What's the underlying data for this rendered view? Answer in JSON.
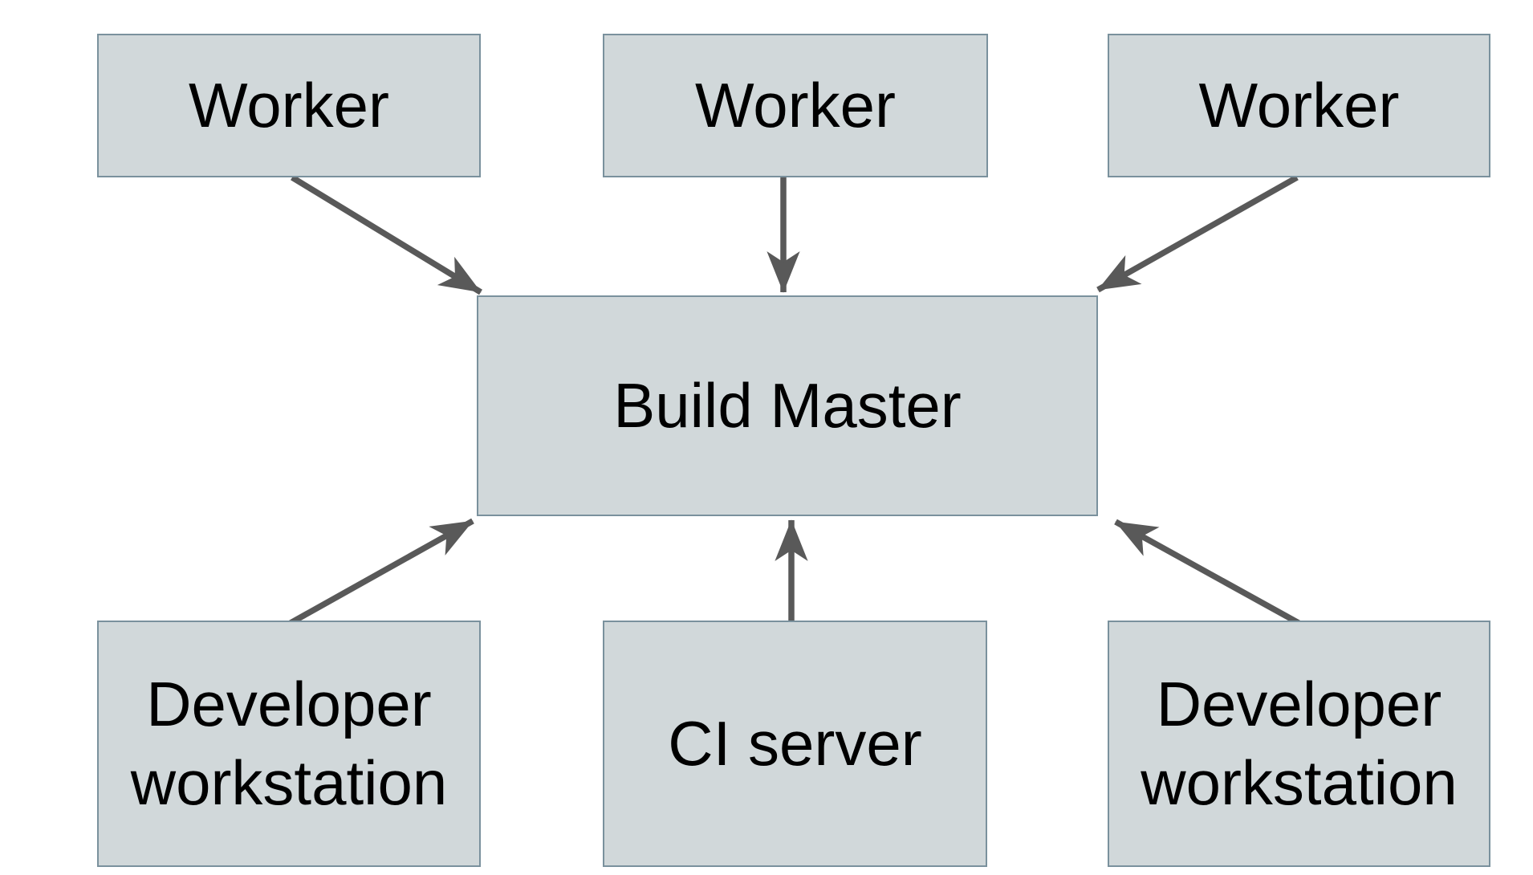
{
  "diagram": {
    "nodes": [
      {
        "id": "worker-1",
        "label": "Worker"
      },
      {
        "id": "worker-2",
        "label": "Worker"
      },
      {
        "id": "worker-3",
        "label": "Worker"
      },
      {
        "id": "build-master",
        "label": "Build Master"
      },
      {
        "id": "developer-workstation-left",
        "label": "Developer workstation"
      },
      {
        "id": "ci-server",
        "label": "CI server"
      },
      {
        "id": "developer-workstation-right",
        "label": "Developer workstation"
      }
    ],
    "edges": [
      {
        "from": "worker-1",
        "to": "build-master",
        "direction": "down-right"
      },
      {
        "from": "worker-2",
        "to": "build-master",
        "direction": "down"
      },
      {
        "from": "worker-3",
        "to": "build-master",
        "direction": "down-left"
      },
      {
        "from": "developer-workstation-left",
        "to": "build-master",
        "direction": "up-right"
      },
      {
        "from": "ci-server",
        "to": "build-master",
        "direction": "up"
      },
      {
        "from": "developer-workstation-right",
        "to": "build-master",
        "direction": "up-left"
      }
    ],
    "colors": {
      "node_fill": "#d1d8da",
      "node_border": "#7a919d",
      "arrow": "#595959",
      "text": "#000000",
      "background": "#ffffff"
    }
  }
}
